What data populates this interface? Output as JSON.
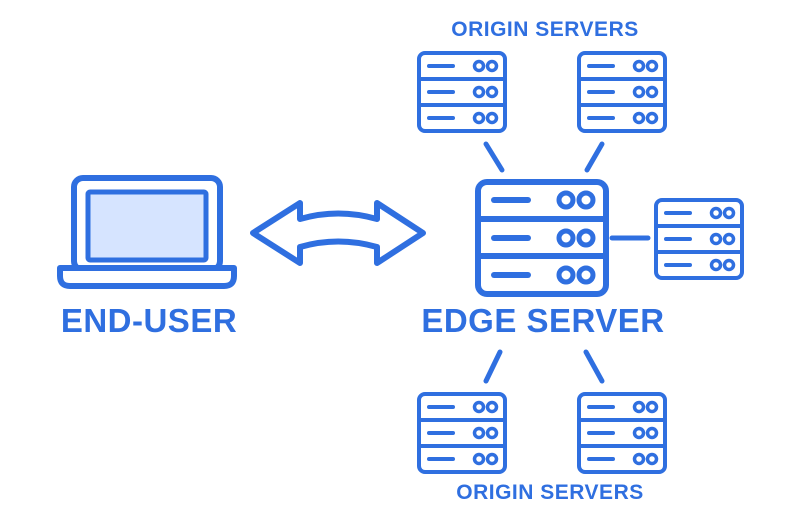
{
  "diagram": {
    "end_user_label": "END-USER",
    "edge_server_label": "EDGE SERVER",
    "origin_top_label": "ORIGIN SERVERS",
    "origin_bottom_label": "ORIGIN SERVERS"
  },
  "colors": {
    "stroke": "#2f6fe0",
    "screen_fill": "#d6e4ff",
    "background": "#ffffff"
  },
  "icons": [
    "laptop-icon",
    "bidirectional-arrow-icon",
    "server-rack-icon"
  ]
}
